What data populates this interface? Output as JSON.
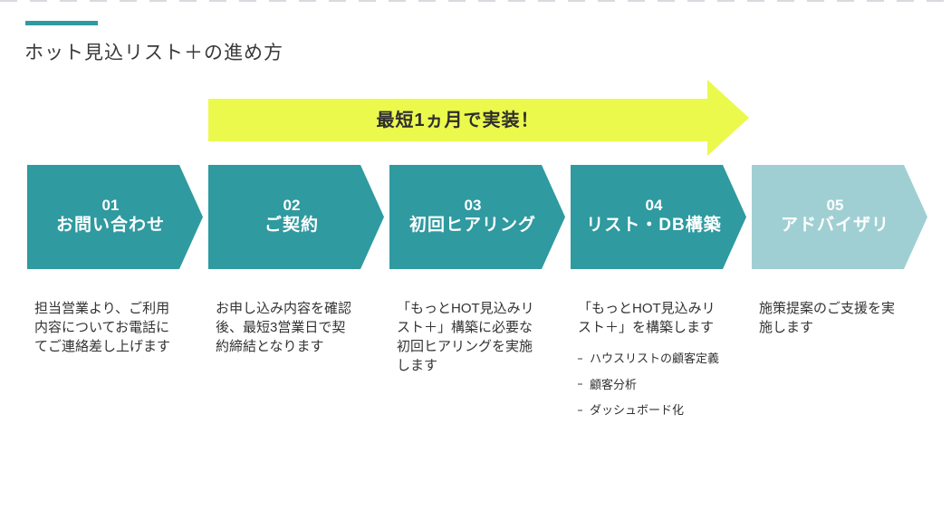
{
  "slide": {
    "title": "ホット見込リスト＋の進め方",
    "banner": {
      "label": "最短1ヵ月で実装！"
    },
    "colors": {
      "accent_teal": "#2f9aa0",
      "light_teal": "#a0cfd3",
      "banner_yellow": "#ebf94d",
      "text_dark": "#333333",
      "step_text": "#ffffff"
    },
    "steps": [
      {
        "number": "01",
        "label": "お問い合わせ",
        "description": "担当営業より、ご利用\n内容についてお電話に\nてご連絡差し上げます"
      },
      {
        "number": "02",
        "label": "ご契約",
        "description": "お申し込み内容を確認\n後、最短3営業日で契\n約締結となります"
      },
      {
        "number": "03",
        "label": "初回ヒアリング",
        "description": "「もっとHOT見込みリ\nスト＋」構築に必要な\n初回ヒアリングを実施\nします"
      },
      {
        "number": "04",
        "label": "リスト・DB構築",
        "description": "「もっとHOT見込みリ\nスト＋」を構築します",
        "bullets": [
          "ハウスリストの顧客定義",
          "顧客分析",
          "ダッシュボード化"
        ]
      },
      {
        "number": "05",
        "label": "アドバイザリ",
        "description": "施策提案のご支援を実\n施します"
      }
    ]
  }
}
